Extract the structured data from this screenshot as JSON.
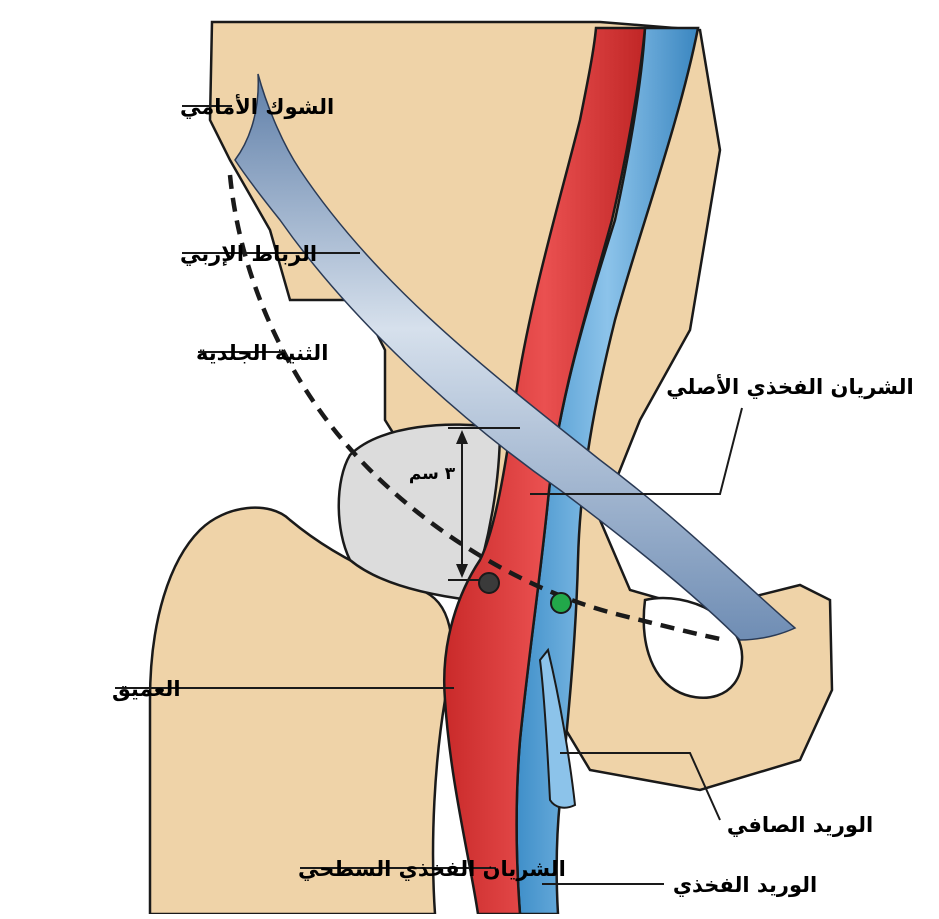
{
  "labels": {
    "asis": "الشوك الأمامي",
    "inguinal_ligament": "الرباط الإربي",
    "skin_crease": "الثنية الجلدية",
    "common_femoral_artery": "الشريان الفخذي الأصلي",
    "deep": "العميق",
    "saphenous_vein": "الوريد الصافي",
    "superficial_femoral_artery": "الشريان الفخذي السطحي",
    "femoral_vein": "الوريد الفخذي",
    "distance": "٣ سم"
  },
  "colors": {
    "bone": "#efd3a8",
    "bone_outline": "#1a1a1a",
    "femoral_head": "#dcdcdc",
    "artery": "#e03c3c",
    "vein": "#5aa6db",
    "ligament": "#8fa6c4",
    "dark_marker": "#3a3a3a",
    "green_marker": "#22a84a"
  }
}
